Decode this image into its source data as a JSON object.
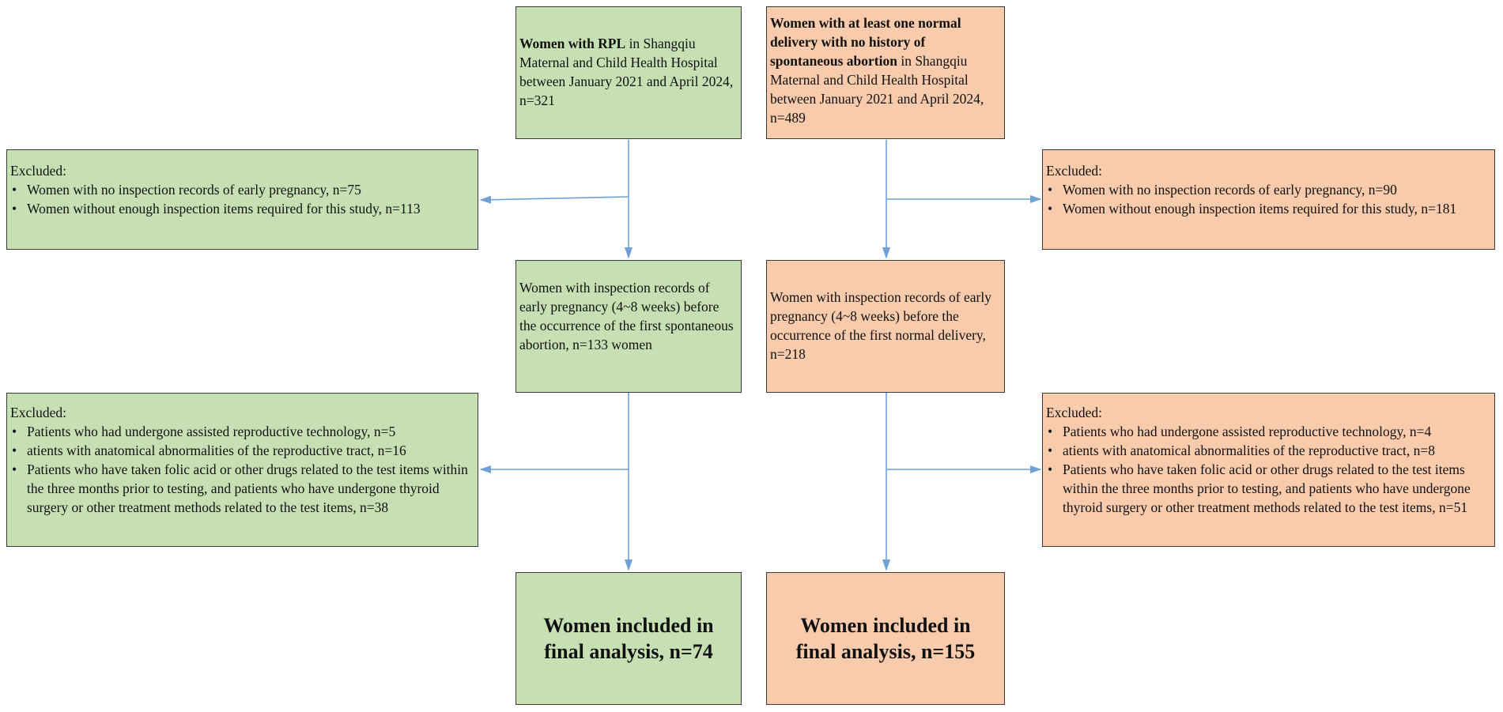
{
  "left": {
    "start": {
      "bold": "Women with RPL",
      "rest": " in Shangqiu Maternal and Child Health Hospital between January 2021 and April 2024, n=321"
    },
    "exclusion1": {
      "title": "Excluded:",
      "items": [
        "Women with no inspection records of early pregnancy, n=75",
        "Women without enough inspection items required for this study, n=113"
      ]
    },
    "middle": "Women with inspection records of early pregnancy (4~8 weeks) before the occurrence of the first spontaneous abortion, n=133 women",
    "exclusion2": {
      "title": "Excluded:",
      "items": [
        "Patients who had undergone assisted reproductive technology, n=5",
        "atients with anatomical abnormalities of the reproductive tract, n=16",
        "Patients who have taken folic acid or other drugs related to the test items within the three months prior to testing, and patients who have undergone thyroid surgery or other treatment methods related to the test items, n=38"
      ]
    },
    "final": "Women included in final analysis, n=74"
  },
  "right": {
    "start": {
      "bold": "Women with at least one normal delivery with no history of spontaneous abortion",
      "rest": " in Shangqiu Maternal and Child Health Hospital between January 2021 and April 2024, n=489"
    },
    "exclusion1": {
      "title": "Excluded:",
      "items": [
        "Women with no inspection records of early pregnancy, n=90",
        "Women without enough inspection items required for this study, n=181"
      ]
    },
    "middle": "Women with inspection  records of early pregnancy (4~8 weeks) before the occurrence of the first normal delivery, n=218",
    "exclusion2": {
      "title": "Excluded:",
      "items": [
        "Patients who had undergone assisted reproductive technology, n=4",
        "atients with anatomical abnormalities of the reproductive tract, n=8",
        "Patients who have taken folic acid or other drugs related to the test items within the three months prior to testing, and patients who have undergone thyroid surgery or other treatment methods related to the test items, n=51"
      ]
    },
    "final": "Women included in final analysis, n=155"
  },
  "colors": {
    "green_fill": "#c6e0b4",
    "orange_fill": "#f8cbad",
    "arrow": "#6fa1d6",
    "border": "#3a3a3a"
  }
}
